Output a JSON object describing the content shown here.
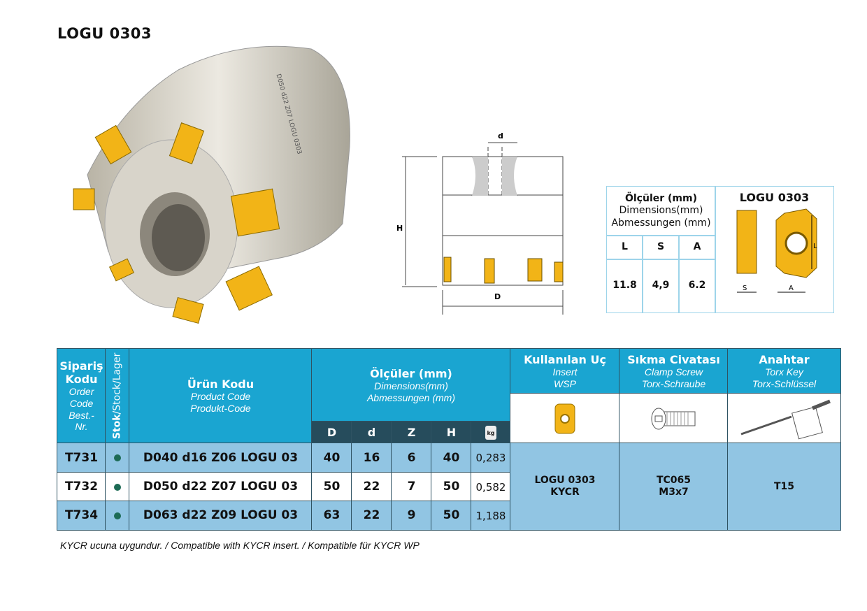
{
  "title": "LOGU 0303",
  "drawing": {
    "label_d": "d",
    "label_H": "H",
    "label_D": "D",
    "cutter_engraving": "D050 d22 Z07 LOGU 0303"
  },
  "insert_dims": {
    "header": [
      "Ölçüler (mm)",
      "Dimensions(mm)",
      "Abmessungen (mm)"
    ],
    "insert_title": "LOGU 0303",
    "cols": [
      "L",
      "S",
      "A"
    ],
    "values": [
      "11.8",
      "4,9",
      "6.2"
    ],
    "fig_labels": {
      "L": "L",
      "S": "S",
      "A": "A"
    }
  },
  "table": {
    "order_code": {
      "tr": "Sipariş Kodu",
      "en": "Order",
      "en2": "Code",
      "de": "Best.-",
      "de2": "Nr."
    },
    "stock": {
      "bold": "Stok",
      "rest": "/Stock/Lager"
    },
    "product_code": {
      "tr": "Ürün Kodu",
      "en": "Product Code",
      "de": "Produkt-Code"
    },
    "dimensions": {
      "tr": "Ölçüler (mm)",
      "en": "Dimensions(mm)",
      "de": "Abmessungen (mm)",
      "cols": [
        "D",
        "d",
        "Z",
        "H"
      ],
      "weight_icon": "kg"
    },
    "insert": {
      "tr": "Kullanılan Uç",
      "en": "Insert",
      "de": "WSP",
      "value1": "LOGU 0303",
      "value2": "KYCR"
    },
    "screw": {
      "tr": "Sıkma Civatası",
      "en": "Clamp Screw",
      "de": "Torx-Schraube",
      "value1": "TC065",
      "value2": "M3x7"
    },
    "key": {
      "tr": "Anahtar",
      "en": "Torx Key",
      "de": "Torx-Schlüssel",
      "value": "T15"
    },
    "rows": [
      {
        "order": "T731",
        "product": "D040 d16 Z06 LOGU 03",
        "D": "40",
        "d": "16",
        "Z": "6",
        "H": "40",
        "kg": "0,283"
      },
      {
        "order": "T732",
        "product": "D050 d22 Z07 LOGU 03",
        "D": "50",
        "d": "22",
        "Z": "7",
        "H": "50",
        "kg": "0,582"
      },
      {
        "order": "T734",
        "product": "D063 d22 Z09 LOGU 03",
        "D": "63",
        "d": "22",
        "Z": "9",
        "H": "50",
        "kg": "1,188"
      }
    ]
  },
  "footnote": "KYCR ucuna uygundur. / Compatible with KYCR  insert. / Kompatible für KYCR  WP",
  "colors": {
    "header": "#1aa5d1",
    "subheader": "#264c5c",
    "row_alt": "#91c5e3",
    "insert_gold": "#f2b417",
    "stock_dot": "#1d6b55"
  }
}
